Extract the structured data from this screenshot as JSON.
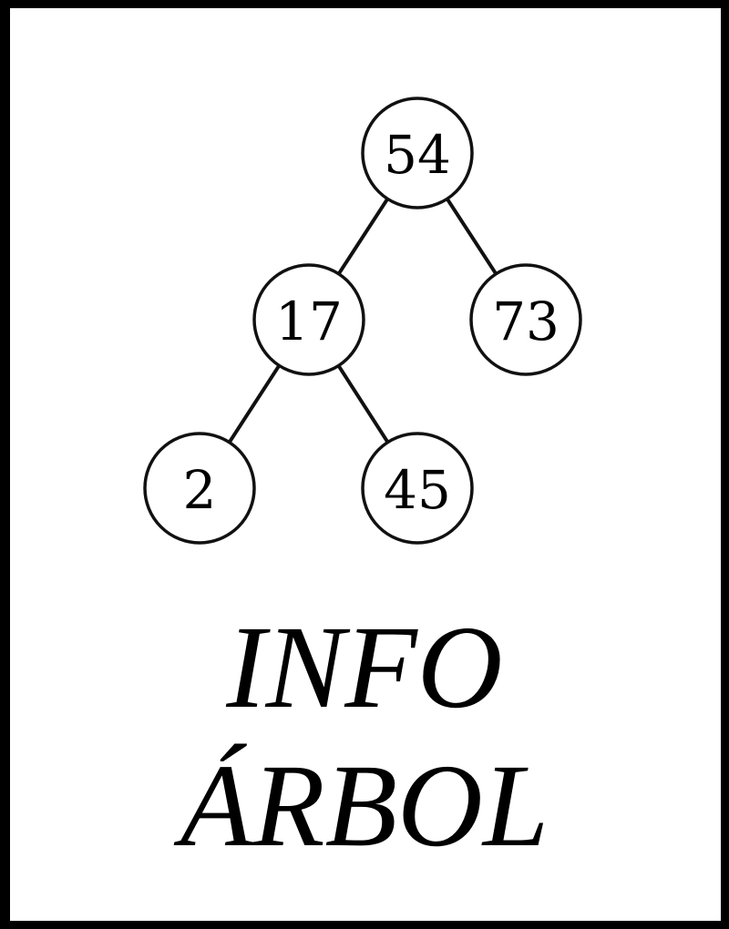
{
  "tree": {
    "nodes": [
      {
        "id": "n54",
        "label": "54"
      },
      {
        "id": "n17",
        "label": "17"
      },
      {
        "id": "n73",
        "label": "73"
      },
      {
        "id": "n2",
        "label": "2"
      },
      {
        "id": "n45",
        "label": "45"
      }
    ],
    "edges": [
      {
        "from": "n54",
        "to": "n17"
      },
      {
        "from": "n54",
        "to": "n73"
      },
      {
        "from": "n17",
        "to": "n2"
      },
      {
        "from": "n17",
        "to": "n45"
      }
    ]
  },
  "title": {
    "line1": "INFO",
    "line2": "ÁRBOL"
  },
  "colors": {
    "ink": "#000000",
    "background": "#ffffff"
  }
}
